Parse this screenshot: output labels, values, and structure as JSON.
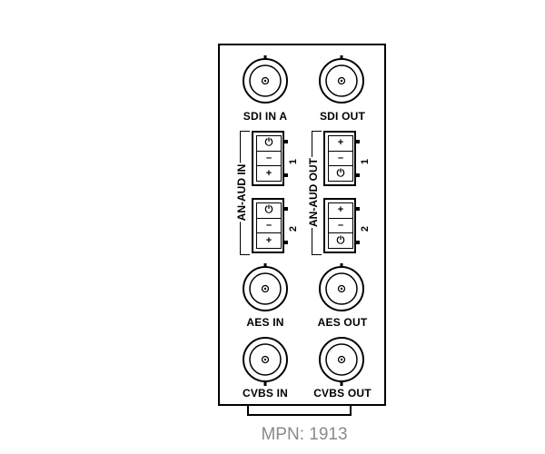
{
  "connectors": {
    "sdi_in_a": "SDI IN A",
    "sdi_out": "SDI OUT",
    "aes_in": "AES IN",
    "aes_out": "AES OUT",
    "cvbs_in": "CVBS IN",
    "cvbs_out": "CVBS OUT"
  },
  "terminals": {
    "an_aud_in": "AN-AUD IN",
    "an_aud_out": "AN-AUD OUT",
    "channel_1": "1",
    "channel_2": "2",
    "in_pins": [
      "⏻",
      "–",
      "+"
    ],
    "out_pins": [
      "+",
      "–",
      "⏻"
    ]
  },
  "footer": {
    "mpn": "MPN: 1913"
  }
}
